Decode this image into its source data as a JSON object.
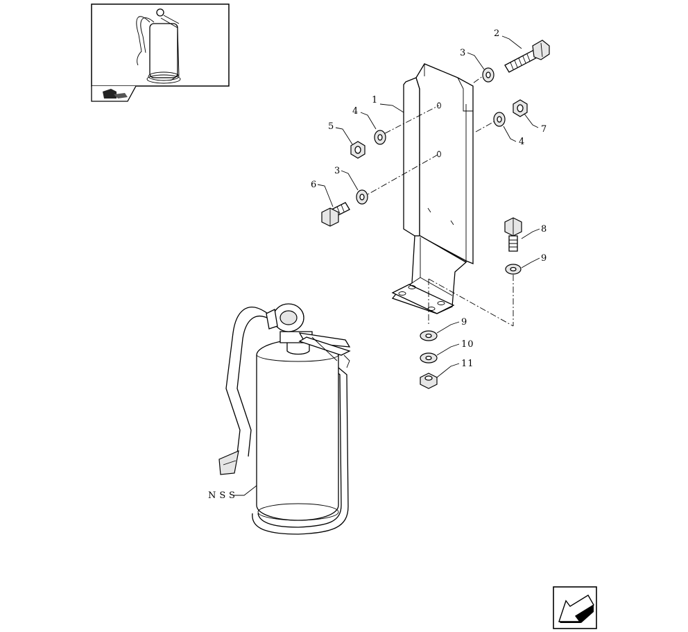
{
  "diagram": {
    "labels": {
      "p1": "1",
      "p2": "2",
      "p3a": "3",
      "p3b": "3",
      "p4a": "4",
      "p4b": "4",
      "p5": "5",
      "p6": "6",
      "p7": "7",
      "p8": "8",
      "p9a": "9",
      "p9b": "9",
      "p10": "10",
      "p11": "11",
      "nss": "NSS"
    }
  },
  "colors": {
    "line": "#000000",
    "background": "#ffffff",
    "shade": "#e6e6e6"
  },
  "icons": {
    "thumbnail_nav": "book-hand-icon",
    "next_page": "arrow-back-icon"
  }
}
